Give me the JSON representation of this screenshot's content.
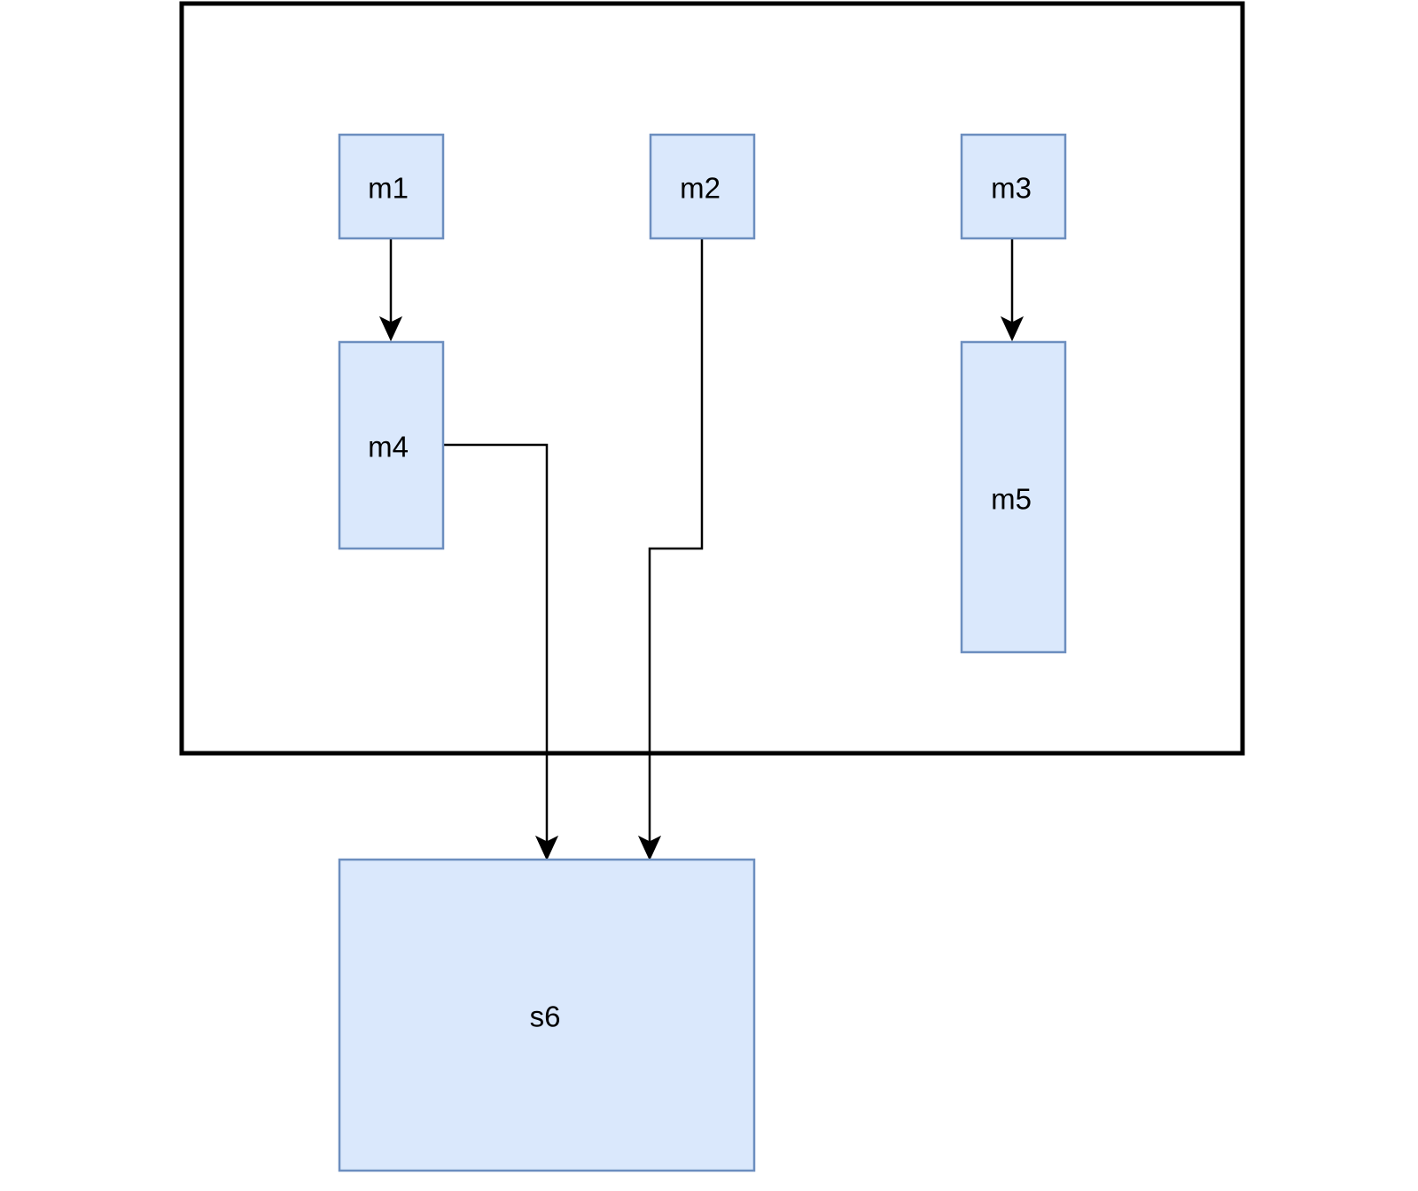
{
  "diagram": {
    "nodes": [
      {
        "id": "m1",
        "label": "m1"
      },
      {
        "id": "m2",
        "label": "m2"
      },
      {
        "id": "m3",
        "label": "m3"
      },
      {
        "id": "m4",
        "label": "m4"
      },
      {
        "id": "m5",
        "label": "m5"
      },
      {
        "id": "s6",
        "label": "s6"
      }
    ],
    "edges": [
      {
        "from": "m1",
        "to": "m4"
      },
      {
        "from": "m3",
        "to": "m5"
      },
      {
        "from": "m4",
        "to": "s6"
      },
      {
        "from": "m2",
        "to": "s6"
      }
    ]
  },
  "colors": {
    "node_fill": "#dae8fc",
    "node_stroke": "#6c8ebf",
    "edge": "#000000",
    "frame": "#000000"
  }
}
